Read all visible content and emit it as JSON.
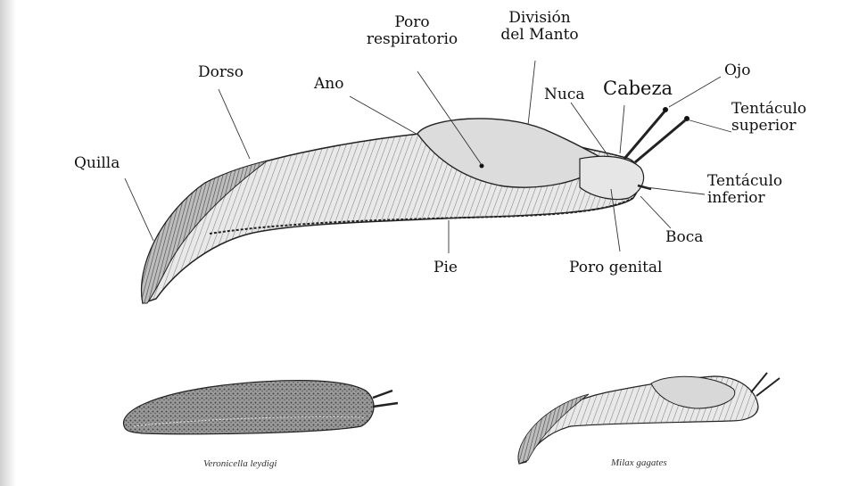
{
  "labels": {
    "quilla": "Quilla",
    "dorso": "Dorso",
    "ano": "Ano",
    "poro_respiratorio": "Poro\nrespiratorio",
    "division_manto": "División\ndel Manto",
    "nuca": "Nuca",
    "cabeza": "Cabeza",
    "ojo": "Ojo",
    "tentaculo_superior": "Tentáculo\nsuperior",
    "tentaculo_inferior": "Tentáculo\ninferior",
    "boca": "Boca",
    "poro_genital": "Poro genital",
    "pie": "Pie"
  },
  "captions": {
    "left": "Veronicella leydigi",
    "right": "Milax gagates"
  }
}
